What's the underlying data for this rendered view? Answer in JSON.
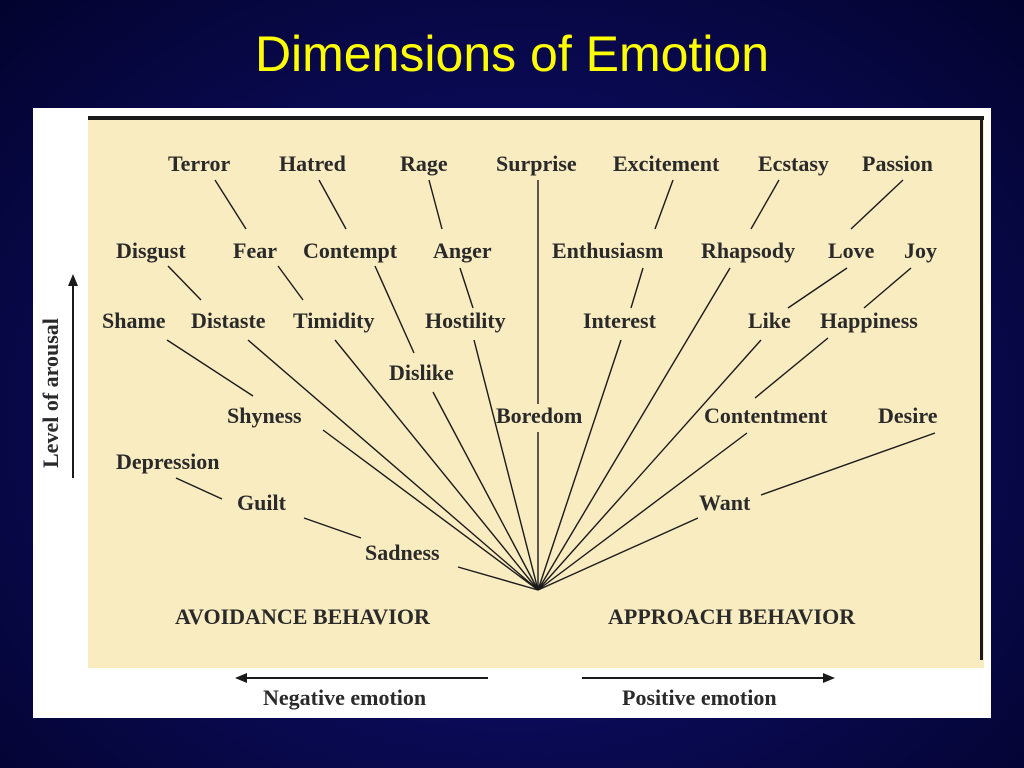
{
  "slide": {
    "title": "Dimensions of Emotion"
  },
  "diagram": {
    "emotions": [
      {
        "id": "terror",
        "label": "Terror"
      },
      {
        "id": "hatred",
        "label": "Hatred"
      },
      {
        "id": "rage",
        "label": "Rage"
      },
      {
        "id": "surprise",
        "label": "Surprise"
      },
      {
        "id": "excitement",
        "label": "Excitement"
      },
      {
        "id": "ecstasy",
        "label": "Ecstasy"
      },
      {
        "id": "passion",
        "label": "Passion"
      },
      {
        "id": "disgust",
        "label": "Disgust"
      },
      {
        "id": "fear",
        "label": "Fear"
      },
      {
        "id": "contempt",
        "label": "Contempt"
      },
      {
        "id": "anger",
        "label": "Anger"
      },
      {
        "id": "enthusiasm",
        "label": "Enthusiasm"
      },
      {
        "id": "rhapsody",
        "label": "Rhapsody"
      },
      {
        "id": "love",
        "label": "Love"
      },
      {
        "id": "joy",
        "label": "Joy"
      },
      {
        "id": "shame",
        "label": "Shame"
      },
      {
        "id": "distaste",
        "label": "Distaste"
      },
      {
        "id": "timidity",
        "label": "Timidity"
      },
      {
        "id": "hostility",
        "label": "Hostility"
      },
      {
        "id": "interest",
        "label": "Interest"
      },
      {
        "id": "like",
        "label": "Like"
      },
      {
        "id": "happiness",
        "label": "Happiness"
      },
      {
        "id": "dislike",
        "label": "Dislike"
      },
      {
        "id": "shyness",
        "label": "Shyness"
      },
      {
        "id": "boredom",
        "label": "Boredom"
      },
      {
        "id": "contentment",
        "label": "Contentment"
      },
      {
        "id": "desire",
        "label": "Desire"
      },
      {
        "id": "depression",
        "label": "Depression"
      },
      {
        "id": "guilt",
        "label": "Guilt"
      },
      {
        "id": "want",
        "label": "Want"
      },
      {
        "id": "sadness",
        "label": "Sadness"
      }
    ],
    "behaviors": {
      "avoidance": "AVOIDANCE BEHAVIOR",
      "approach": "APPROACH BEHAVIOR"
    },
    "axes": {
      "y_label": "Level of arousal",
      "negative_label": "Negative emotion",
      "positive_label": "Positive emotion"
    }
  }
}
